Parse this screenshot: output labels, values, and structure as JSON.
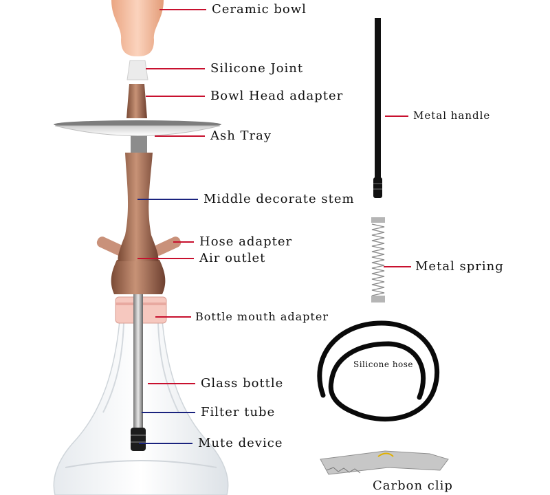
{
  "labels": {
    "ceramic_bowl": "Ceramic bowl",
    "silicone_joint": "Silicone Joint",
    "bowl_head_adapter": "Bowl Head adapter",
    "ash_tray": "Ash Tray",
    "middle_decorate_stem": "Middle decorate stem",
    "hose_adapter": "Hose adapter",
    "air_outlet": "Air outlet",
    "bottle_mouth_adapter": "Bottle mouth adapter",
    "glass_bottle": "Glass bottle",
    "filter_tube": "Filter tube",
    "mute_device": "Mute device",
    "metal_handle": "Metal handle",
    "metal_spring": "Metal spring",
    "silicone_hose": "Silicone hose",
    "carbon_clip": "Carbon clip"
  },
  "colors": {
    "leader_red": "#c8102e",
    "leader_blue": "#1a237e",
    "copper": "#a86a4e",
    "ceramic": "#f2b596"
  }
}
